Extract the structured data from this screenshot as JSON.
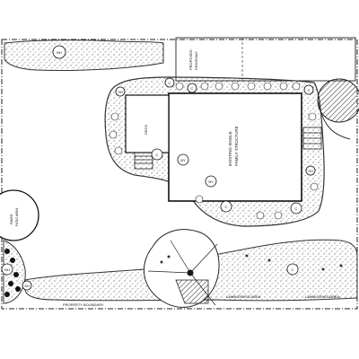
{
  "plan": {
    "house_label_line1": "EXISTING SINGLE",
    "house_label_line2": "FAMILY STRUCTURE",
    "deck_label": "DECK",
    "patio_label_line1": "PAVED",
    "patio_label_line2": "PATIO AREA",
    "proposed_label_line1": "PROPOSED",
    "proposed_label_line2": "DRIVEWAY",
    "property_line_bottom": "PROPERTY BOUNDARY",
    "lawn_label_1": "LAWN/GRASS AREA",
    "lawn_label_2": "LAWN/GRASS AREA",
    "plant_tags": {
      "tag_a": "BH",
      "tag_b": "SH",
      "tag_c": "C",
      "tag_d": "BY"
    }
  }
}
